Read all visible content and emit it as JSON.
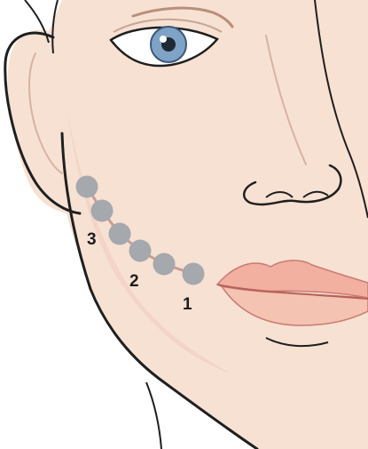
{
  "colors": {
    "skin": "#f7e1d3",
    "skin_shadow": "#f1cfc0",
    "outline": "#1f1f1f",
    "iris": "#7fa3c6",
    "lip_upper": "#f2b0a0",
    "lip_lower": "#f4c3b2",
    "lip_line": "#c97a72",
    "point_fill": "#a5a8ad",
    "point_link": "#c99b93"
  },
  "icons": [
    "face-illustration",
    "injection-point-marker"
  ],
  "steps": [
    {
      "label": "1"
    },
    {
      "label": "2"
    },
    {
      "label": "3"
    }
  ]
}
